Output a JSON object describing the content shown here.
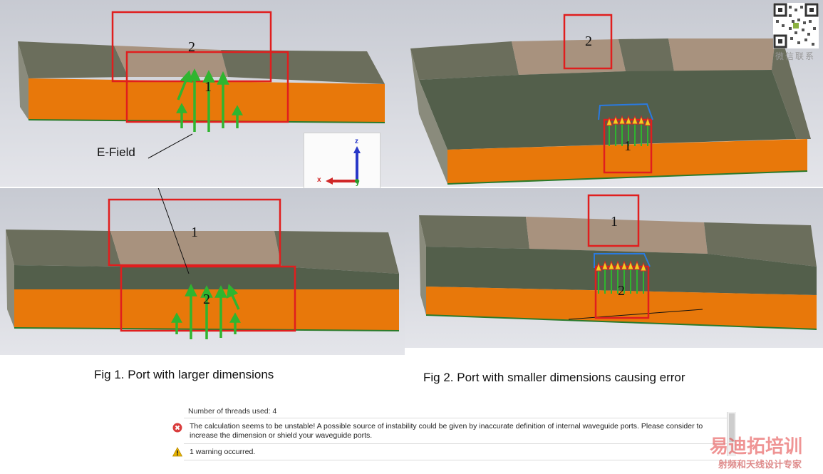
{
  "port_labels": {
    "fig1_top_upper": "2",
    "fig1_top_lower": "1",
    "fig1_bottom_upper": "1",
    "fig1_bottom_lower": "2",
    "fig2_top_upper": "2",
    "fig2_top_lower": "1",
    "fig2_bottom_upper": "1",
    "fig2_bottom_lower": "2"
  },
  "efield_label": "E-Field",
  "axes": {
    "x": "x",
    "y": "y",
    "z": "z"
  },
  "captions": {
    "fig1": "Fig 1. Port with larger dimensions",
    "fig2": "Fig 2. Port with smaller dimensions causing error"
  },
  "messages": {
    "header": "Number of threads used: 4",
    "error": "The calculation seems to be unstable! A possible source of instability could be given by inaccurate definition of internal waveguide ports. Please consider to increase the dimension or shield your waveguide ports.",
    "warning": "1 warning occurred."
  },
  "watermark": {
    "qr_caption": "微信联系",
    "brand": "易迪拓培训",
    "tagline": "射频和天线设计专家"
  },
  "colors": {
    "substrate": "#e8780a",
    "metal": "#535f4b",
    "dielectric": "#a8927e",
    "port_frame": "#e01e1e",
    "field_arrow": "#2fb52f",
    "error_icon": "#d93c3c",
    "warning_icon": "#e8b400"
  }
}
